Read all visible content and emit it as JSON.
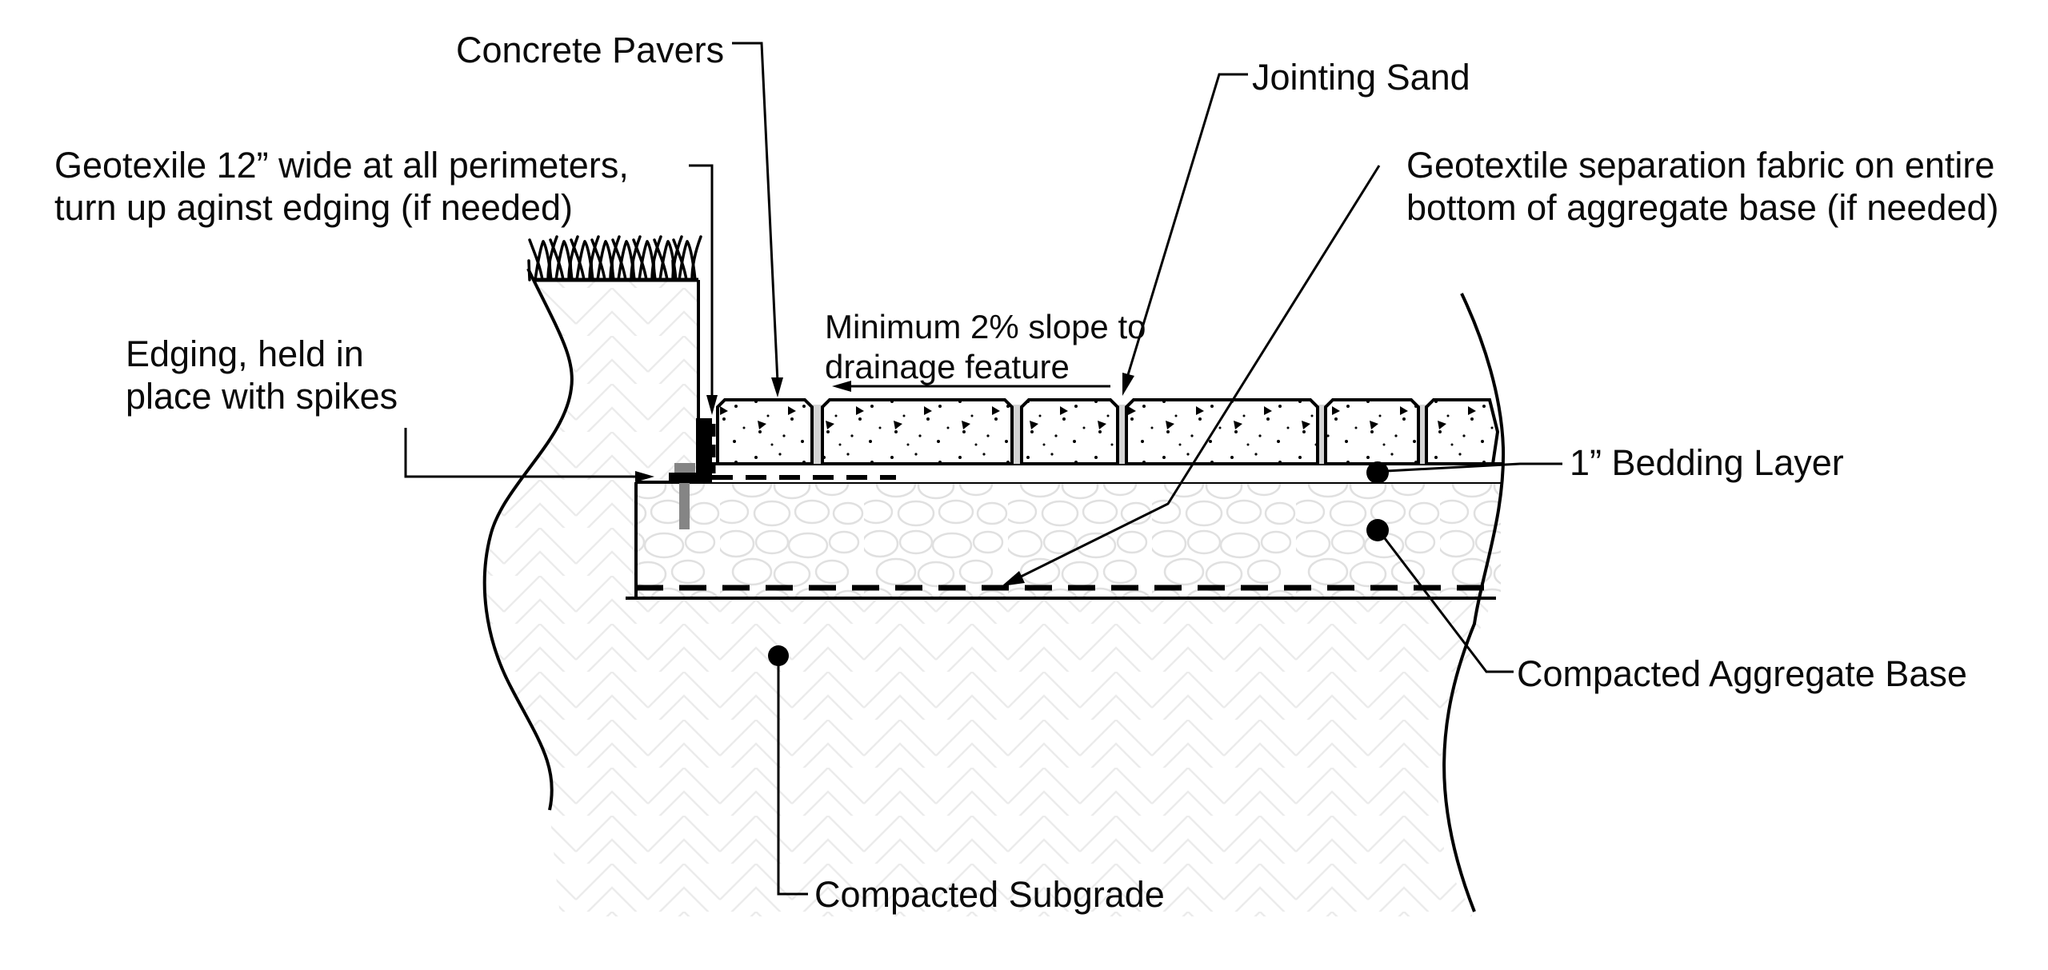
{
  "callouts": {
    "concrete_pavers": "Concrete Pavers",
    "jointing_sand": "Jointing Sand",
    "geotextile_perimeter_line1": "Geotexile 12” wide at all perimeters,",
    "geotextile_perimeter_line2": "turn up aginst edging (if needed)",
    "geotextile_separation_line1": "Geotextile separation fabric on entire",
    "geotextile_separation_line2": "bottom of aggregate base (if needed)",
    "slope_note_line1": "Minimum 2% slope to",
    "slope_note_line2": "drainage feature",
    "edging_line1": "Edging, held in",
    "edging_line2": "place with spikes",
    "bedding_layer": "1” Bedding Layer",
    "aggregate_base": "Compacted Aggregate Base",
    "subgrade": "Compacted Subgrade"
  },
  "colors": {
    "line": "#000000",
    "spike_gray": "#858585",
    "joint_sand": "#d4d4d4",
    "cobble_pattern": "#e0e0e0",
    "herringbone_pattern": "#ebebeb",
    "background": "#ffffff"
  }
}
